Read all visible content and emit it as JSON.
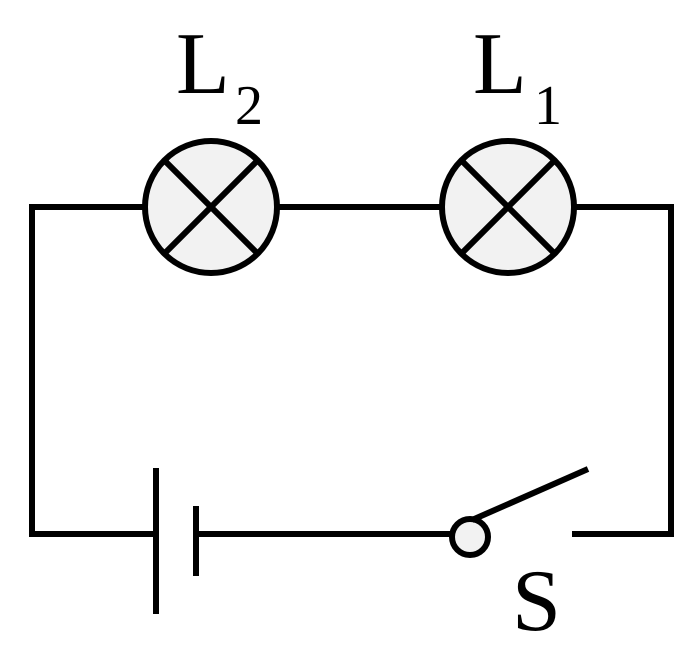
{
  "diagram": {
    "lamp_l2": {
      "letter": "L",
      "subscript": "2"
    },
    "lamp_l1": {
      "letter": "L",
      "subscript": "1"
    },
    "switch": {
      "label": "S"
    }
  },
  "colors": {
    "stroke": "#000000",
    "lamp_fill": "#f2f2f2",
    "background": "#ffffff"
  }
}
